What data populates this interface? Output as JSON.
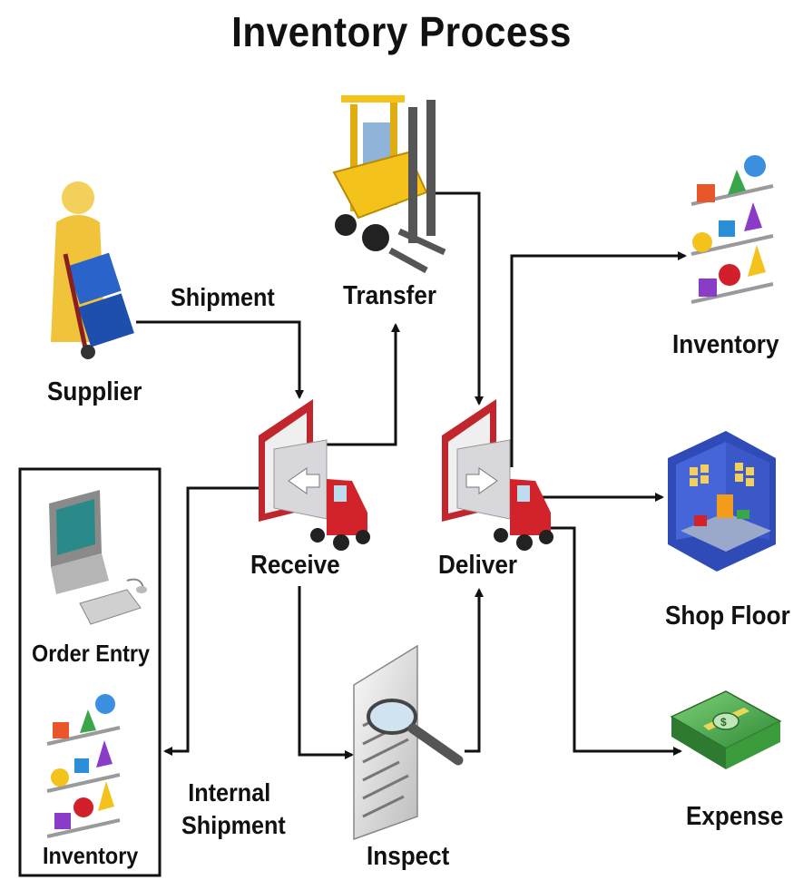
{
  "title": "Inventory Process",
  "nodes": {
    "supplier": "Supplier",
    "transfer": "Transfer",
    "receive": "Receive",
    "deliver": "Deliver",
    "inspect": "Inspect",
    "inventory": "Inventory",
    "shop_floor": "Shop Floor",
    "expense": "Expense"
  },
  "internal_box": {
    "order_entry": "Order Entry",
    "inventory": "Inventory"
  },
  "edges": {
    "shipment": "Shipment",
    "internal_shipment_line1": "Internal",
    "internal_shipment_line2": "Shipment"
  },
  "colors": {
    "dock_red": "#c0262c",
    "truck_red": "#d2232a",
    "box_blue": "#2a63c9",
    "forklift_yellow": "#f3c21b",
    "money_green": "#3c9b3c",
    "factory_blue": "#2f4bb8"
  }
}
